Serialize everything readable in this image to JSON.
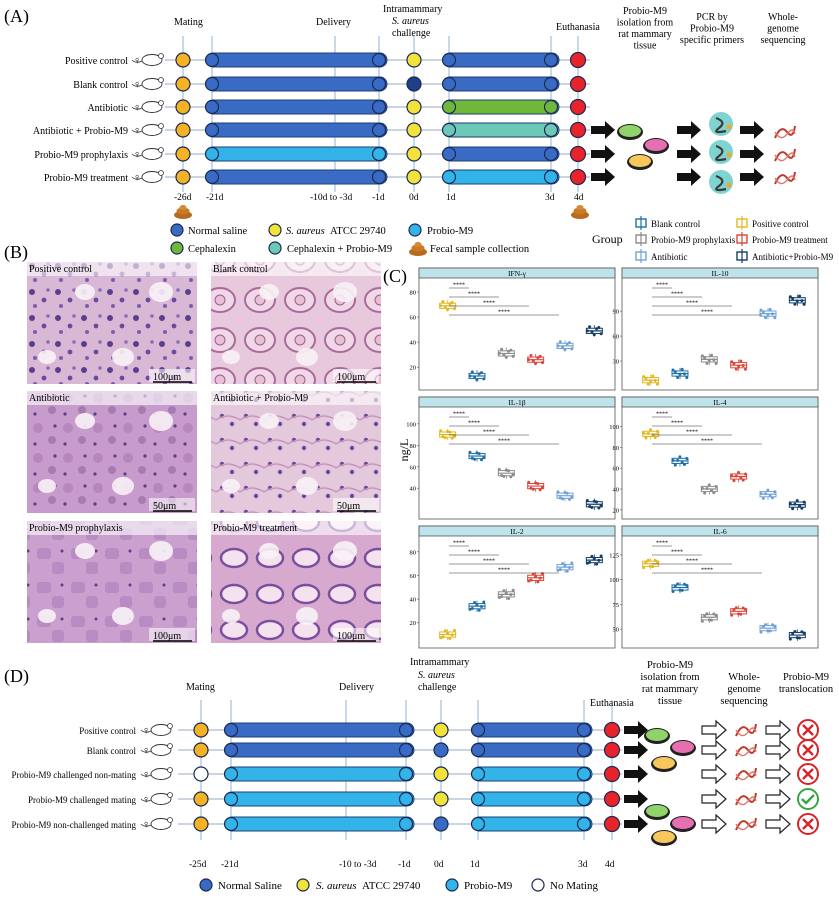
{
  "panelA": {
    "letter": "(A)",
    "stages": {
      "mating": "Mating",
      "delivery": "Delivery",
      "challenge_l1": "Intramammary",
      "challenge_l2": "S. aureus",
      "challenge_l3": "challenge",
      "euthanasia": "Euthanasia"
    },
    "groups": [
      "Positive control",
      "Blank control",
      "Antibiotic",
      "Antibiotic + Probio-M9",
      "Probio-M9 prophylaxis",
      "Probio-M9 treatment"
    ],
    "days": [
      "-26d",
      "-21d",
      "-10d to -3d",
      "-1d",
      "0d",
      "1d",
      "3d",
      "4d"
    ],
    "workflow": {
      "isolation": [
        "Probio-M9",
        "isolation from",
        "rat mammary",
        "tissue"
      ],
      "pcr": [
        "PCR by",
        "Probio-M9",
        "specific primers"
      ],
      "wgs": [
        "Whole-",
        "genome",
        "sequencing"
      ]
    },
    "legend": {
      "saline": "Normal saline",
      "saureus_species": "S. aureus",
      "saureus_strain": "ATCC 29740",
      "probio": "Probio-M9",
      "cephalexin": "Cephalexin",
      "ceph_probio": "Cephalexin + Probio-M9",
      "fecal": "Fecal sample collection"
    }
  },
  "panelB": {
    "letter": "(B)",
    "images": [
      {
        "title": "Positive control",
        "scale": "100μm"
      },
      {
        "title": "Blank control",
        "scale": "100μm"
      },
      {
        "title": "Antibiotic",
        "scale": "50μm"
      },
      {
        "title": "Antibiotic + Probio-M9",
        "scale": "50μm"
      },
      {
        "title": "Probio-M9 prophylaxis",
        "scale": "100μm"
      },
      {
        "title": "Probio-M9 treatment",
        "scale": "100μm"
      }
    ]
  },
  "panelC": {
    "letter": "(C)",
    "ylabel": "ng/L",
    "legend_title": "Group",
    "legend": [
      "Blank control",
      "Positive control",
      "Probio-M9 prophylaxis",
      "Probio-M9 treatment",
      "Antibiotic",
      "Antibiotic+Probio-M9"
    ],
    "sig": "****"
  },
  "panelD": {
    "letter": "(D)",
    "stages": {
      "mating": "Mating",
      "delivery": "Delivery",
      "challenge_l1": "Intramammary",
      "challenge_l2": "S. aureus",
      "challenge_l3": "challenge",
      "euthanasia": "Euthanasia"
    },
    "groups": [
      "Positive control",
      "Blank control",
      "Probio-M9 challenged non-mating",
      "Probio-M9 challenged mating",
      "Probio-M9 non-challenged mating"
    ],
    "days": [
      "-25d",
      "-21d",
      "-10 to -3d",
      "-1d",
      "0d",
      "1d",
      "3d",
      "4d"
    ],
    "workflow": {
      "isolation": [
        "Probio-M9",
        "isolation from",
        "rat mammary",
        "tissue"
      ],
      "wgs": [
        "Whole-",
        "genome",
        "sequencing"
      ],
      "translocation": [
        "Probio-M9",
        "translocation"
      ]
    },
    "legend": {
      "saline": "Normal Saline",
      "saureus_species": "S. aureus",
      "saureus_strain": "ATCC 29740",
      "probio": "Probio-M9",
      "nomating": "No Mating"
    }
  },
  "colors": {
    "saline": "#3a6bc4",
    "probio": "#33b4e8",
    "cephalexin": "#6fb83a",
    "ceph_probio": "#6cc9b5",
    "saureus": "#f2e33b",
    "mating": "#f5b324",
    "euthanasia": "#e8232a",
    "blank": "#1f6fa8",
    "positive": "#e2b71f",
    "prophylaxis": "#8c8c8c",
    "treatment": "#d9463c",
    "antibiotic": "#6fa2d8",
    "abx_probio": "#133e68"
  },
  "chart_data": [
    {
      "type": "box",
      "title": "IFN-γ",
      "categories": [
        "Blank control",
        "Positive control",
        "Probio-M9 prophylaxis",
        "Probio-M9 treatment",
        "Antibiotic",
        "Antibiotic+Probio-M9"
      ],
      "values": [
        13,
        69,
        31,
        26,
        37,
        49
      ],
      "ylim": [
        5,
        88
      ],
      "yticks": [
        20,
        40,
        60,
        80
      ]
    },
    {
      "type": "box",
      "title": "IL-10",
      "categories": [
        "Blank control",
        "Positive control",
        "Probio-M9 prophylaxis",
        "Probio-M9 treatment",
        "Antibiotic",
        "Antibiotic+Probio-M9"
      ],
      "values": [
        15,
        7,
        32,
        25,
        87,
        103
      ],
      "ylim": [
        0,
        125
      ],
      "yticks": [
        30,
        60,
        90
      ]
    },
    {
      "type": "box",
      "title": "IL-1β",
      "categories": [
        "Blank control",
        "Positive control",
        "Probio-M9 prophylaxis",
        "Probio-M9 treatment",
        "Antibiotic",
        "Antibiotic+Probio-M9"
      ],
      "values": [
        70,
        90,
        54,
        42,
        33,
        25
      ],
      "ylim": [
        15,
        112
      ],
      "yticks": [
        40,
        60,
        80,
        100
      ]
    },
    {
      "type": "box",
      "title": "IL-4",
      "categories": [
        "Blank control",
        "Positive control",
        "Probio-M9 prophylaxis",
        "Probio-M9 treatment",
        "Antibiotic",
        "Antibiotic+Probio-M9"
      ],
      "values": [
        67,
        93,
        40,
        52,
        35,
        25
      ],
      "ylim": [
        15,
        115
      ],
      "yticks": [
        20,
        40,
        60,
        80,
        100
      ]
    },
    {
      "type": "box",
      "title": "IL-2",
      "categories": [
        "Blank control",
        "Positive control",
        "Probio-M9 prophylaxis",
        "Probio-M9 treatment",
        "Antibiotic",
        "Antibiotic+Probio-M9"
      ],
      "values": [
        34,
        10,
        44,
        58,
        67,
        73
      ],
      "ylim": [
        2,
        90
      ],
      "yticks": [
        20,
        40,
        60,
        80
      ]
    },
    {
      "type": "box",
      "title": "IL-6",
      "categories": [
        "Blank control",
        "Positive control",
        "Probio-M9 prophylaxis",
        "Probio-M9 treatment",
        "Antibiotic",
        "Antibiotic+Probio-M9"
      ],
      "values": [
        92,
        116,
        62,
        68,
        51,
        44
      ],
      "ylim": [
        35,
        140
      ],
      "yticks": [
        50,
        75,
        100,
        125
      ]
    }
  ]
}
